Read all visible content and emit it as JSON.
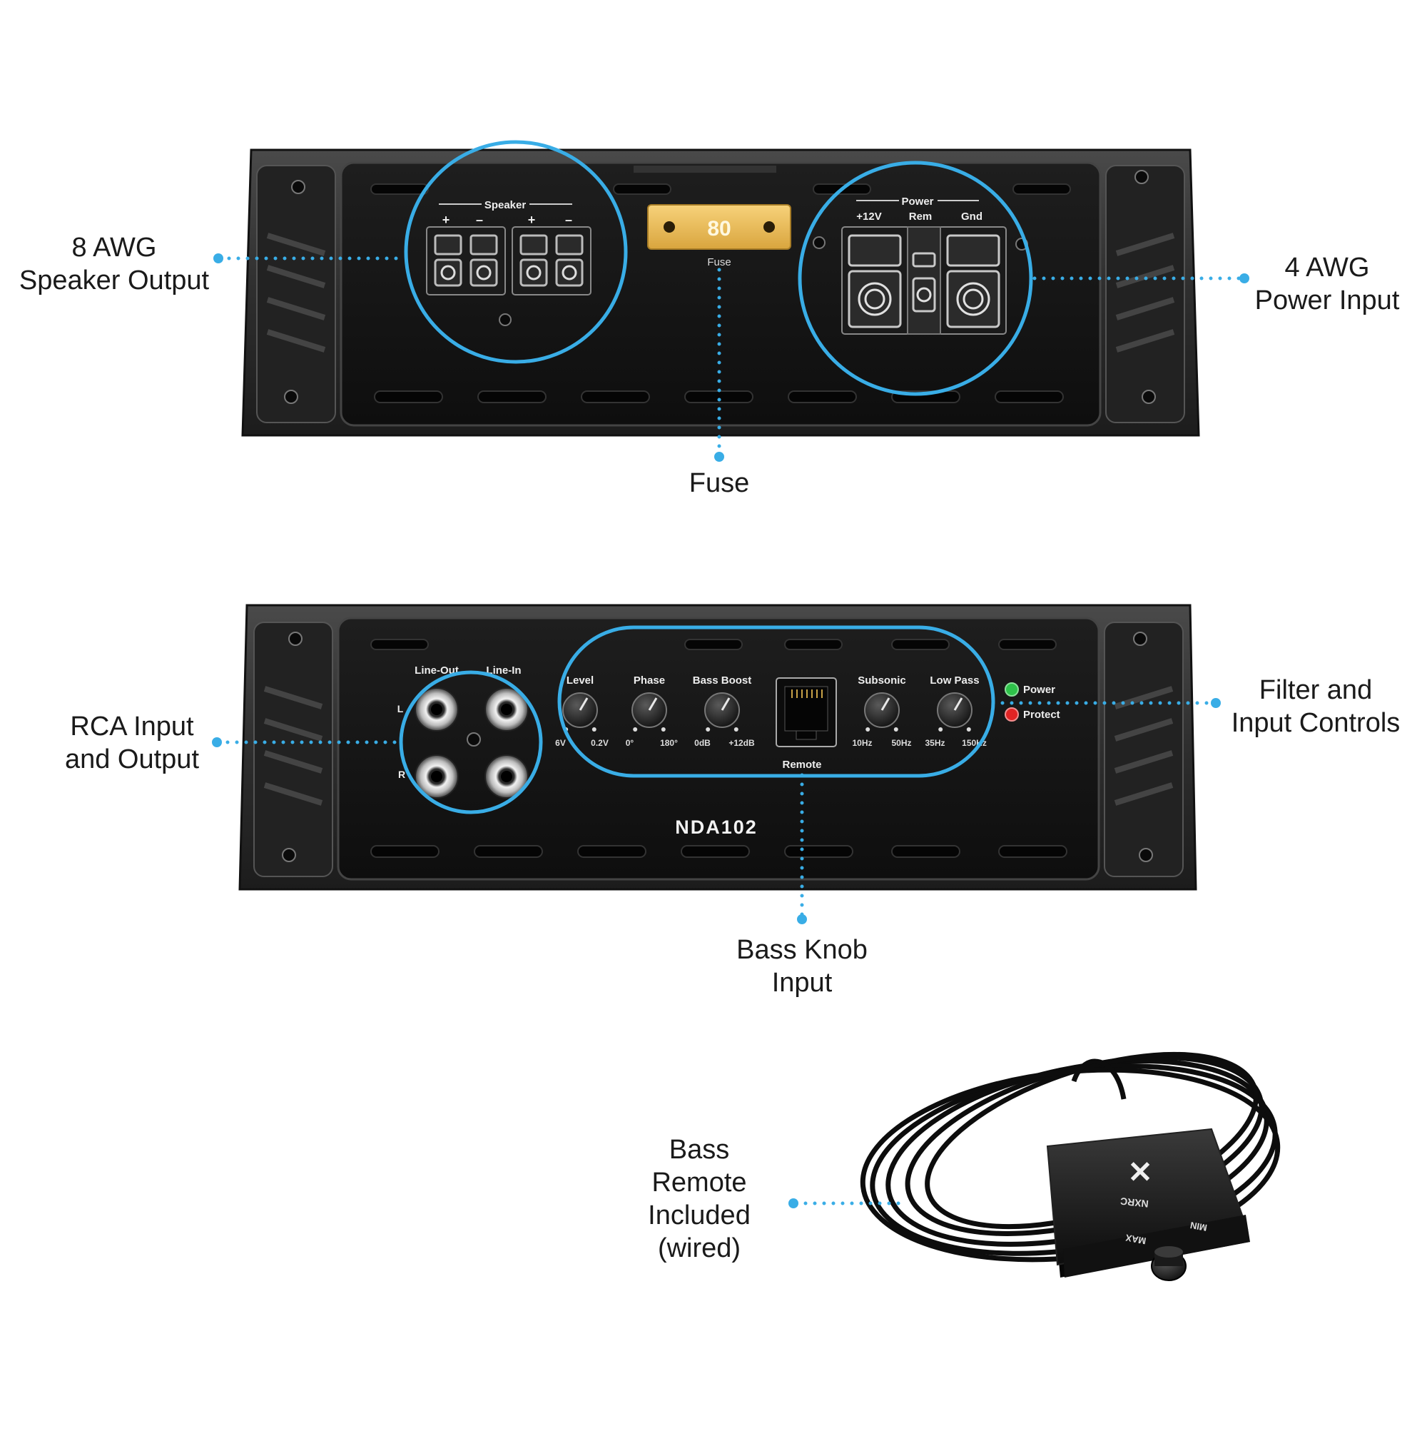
{
  "colors": {
    "accent": "#39ade6",
    "chassis": "#2d2d2d",
    "panel": "#161616",
    "fuse": "#f1c45e",
    "led_power": "#2ec24a",
    "led_protect": "#e02424"
  },
  "top_unit": {
    "speaker_header": "Speaker",
    "speaker_pol_plus": "+",
    "speaker_pol_minus": "–",
    "fuse_label": "Fuse",
    "fuse_rating": "80",
    "power_header": "Power",
    "power_12v": "+12V",
    "power_rem": "Rem",
    "power_gnd": "Gnd"
  },
  "bottom_unit": {
    "line_out": "Line-Out",
    "line_in": "Line-In",
    "ch_left": "L",
    "ch_right": "R",
    "knobs": [
      {
        "name": "Level",
        "min": "6V",
        "max": "0.2V"
      },
      {
        "name": "Phase",
        "min": "0°",
        "max": "180°"
      },
      {
        "name": "Bass Boost",
        "min": "0dB",
        "max": "+12dB"
      },
      {
        "name": "Subsonic",
        "min": "10Hz",
        "max": "50Hz"
      },
      {
        "name": "Low Pass",
        "min": "35Hz",
        "max": "150Hz"
      }
    ],
    "remote_port": "Remote",
    "led_power": "Power",
    "led_protect": "Protect",
    "model": "NDA102"
  },
  "remote_device": {
    "brand": "NXRC",
    "dial_min": "MIN",
    "dial_max": "MAX"
  },
  "callouts": {
    "speaker_output": [
      "8 AWG",
      "Speaker Output"
    ],
    "power_input": [
      "4 AWG",
      "Power Input"
    ],
    "fuse": [
      "Fuse"
    ],
    "rca": [
      "RCA Input",
      "and Output"
    ],
    "filter_controls": [
      "Filter and",
      "Input Controls"
    ],
    "bass_knob": [
      "Bass Knob",
      "Input"
    ],
    "bass_remote": [
      "Bass",
      "Remote",
      "Included",
      "(wired)"
    ]
  }
}
